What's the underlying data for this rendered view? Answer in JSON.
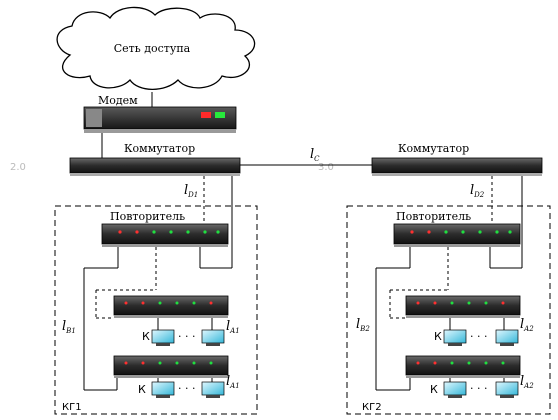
{
  "cloud_label": "Сеть доступа",
  "modem_label": "Модем",
  "switch_left_label": "Коммутатор",
  "switch_right_label": "Коммутатор",
  "switch_left_side": "2.0",
  "switch_right_side": "3.0",
  "link_c": {
    "main": "l",
    "sub": "C"
  },
  "group_left": {
    "name": "КГ1",
    "repeater_label": "Повторитель",
    "link_d": {
      "main": "l",
      "sub": "D1"
    },
    "link_b": {
      "main": "l",
      "sub": "B1"
    },
    "link_a_top": {
      "main": "l",
      "sub": "A1"
    },
    "link_a_bottom": {
      "main": "l",
      "sub": "A1"
    },
    "k_label": "К",
    "dots": "· · ·"
  },
  "group_right": {
    "name": "КГ2",
    "repeater_label": "Повторитель",
    "link_d": {
      "main": "l",
      "sub": "D2"
    },
    "link_b": {
      "main": "l",
      "sub": "B2"
    },
    "link_a_top": {
      "main": "l",
      "sub": "A2"
    },
    "link_a_bottom": {
      "main": "l",
      "sub": "A2"
    },
    "k_label": "К",
    "dots": "· · ·"
  }
}
